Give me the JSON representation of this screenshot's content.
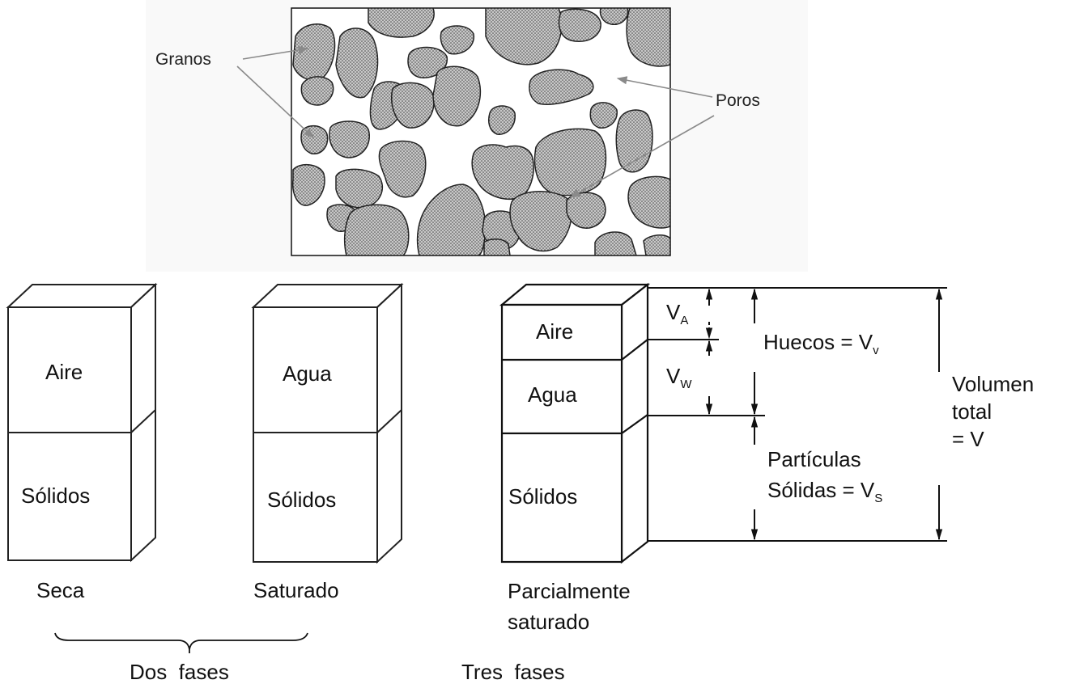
{
  "micro": {
    "granos_label": "Granos",
    "poros_label": "Poros"
  },
  "columns": {
    "seca": {
      "top": "Aire",
      "bottom": "Sólidos",
      "caption": "Seca"
    },
    "saturado": {
      "top": "Agua",
      "bottom": "Sólidos",
      "caption": "Saturado"
    },
    "parcial": {
      "top": "Aire",
      "middle": "Agua",
      "bottom": "Sólidos",
      "caption_line1": "Parcialmente",
      "caption_line2": "saturado"
    }
  },
  "dims": {
    "va_main": "V",
    "va_sub": "A",
    "vw_main": "V",
    "vw_sub": "W",
    "huecos_prefix": "Huecos = V",
    "huecos_sub": "v",
    "particulas": "Partículas",
    "solidas_prefix": "Sólidas = V",
    "solidas_sub": "S",
    "vol_line1": "Volumen",
    "vol_line2": "total",
    "vol_line3": "= V"
  },
  "groups": {
    "dos_fases": "Dos  fases",
    "tres_fases": "Tres  fases"
  },
  "colors": {
    "grain_fill": "#c2c2c2",
    "stroke": "#111111",
    "arrow": "#8a8a8a"
  }
}
